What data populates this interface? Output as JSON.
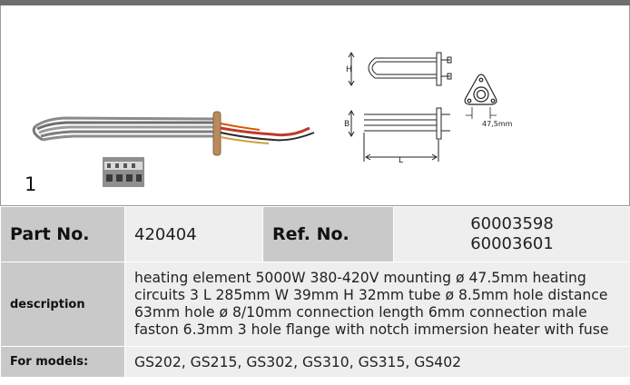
{
  "figure": {
    "number": "1",
    "labels": {
      "H": "H",
      "B": "B",
      "L": "L",
      "diameter": "47,5mm"
    }
  },
  "table": {
    "part_no_label": "Part No.",
    "part_no_value": "420404",
    "ref_no_label": "Ref. No.",
    "ref_no_values": [
      "60003598",
      "60003601"
    ],
    "description_label": "description",
    "description_value": "heating element  5000W 380-420V mounting ø 47.5mm heating circuits 3 L 285mm W 39mm H 32mm tube ø 8.5mm hole distance 63mm hole ø 8/10mm connection length 6mm connection male faston 6.3mm 3 hole flange with notch immersion heater with fuse",
    "models_label": "For models:",
    "models_value": "GS202, GS215, GS302, GS310, GS315, GS402"
  },
  "colors": {
    "header_cell": "#c9c9c9",
    "value_cell": "#eeeeee",
    "top_bar": "#6e6e6e"
  }
}
